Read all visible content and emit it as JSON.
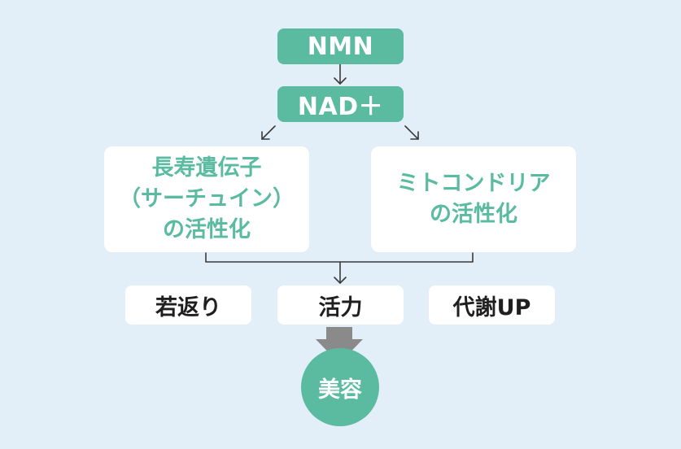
{
  "nodes": {
    "nmn": "NMN",
    "nad": "NAD＋",
    "sirtuin": [
      "長寿遺伝子",
      "（サーチュイン）",
      "の活性化"
    ],
    "mitochondria": [
      "ミトコンドリア",
      "の活性化"
    ]
  },
  "effects": [
    "若返り",
    "活力",
    "代謝UP"
  ],
  "result": "美容",
  "colors": {
    "background": "#e2eff9",
    "accent": "#5bbba1",
    "effect_text": "#1f1f1f",
    "arrow": "#3a3a3a",
    "big_arrow": "#8a8a8a"
  }
}
